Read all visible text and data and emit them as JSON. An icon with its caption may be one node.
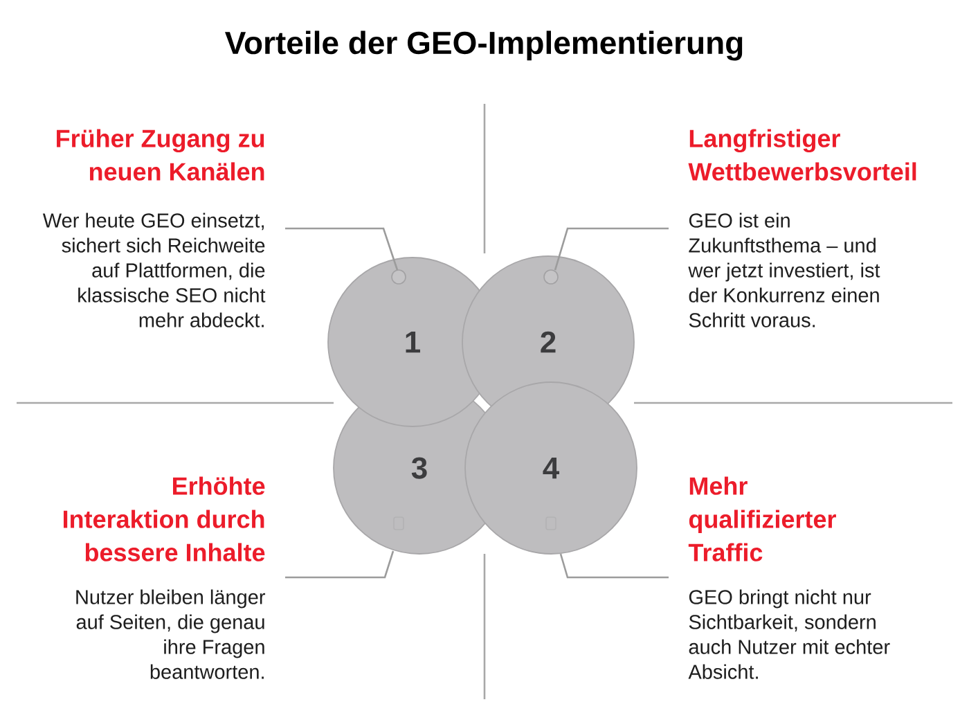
{
  "diagram": {
    "title": "Vorteile der GEO-Implementierung",
    "nodes": [
      {
        "text": [
          "Früher Zugang zu neuen Kanälen",
          "Wer heute GEO einsetzt, sichert sich Reichweite auf Plattformen, die klassische SEO nicht mehr abdeckt."
        ]
      },
      {
        "text": [
          "Langfristiger Wettbewerbsvorteil",
          "GEO ist ein Zukunftsthema – und wer jetzt investiert, ist der Konkurrenz einen Schritt voraus."
        ]
      },
      {
        "text": [
          "1"
        ]
      },
      {
        "text": [
          "2"
        ]
      },
      {
        "text": [
          "3"
        ]
      },
      {
        "text": [
          "4"
        ]
      },
      {
        "text": [
          "Erhöhte Interaktion durch bessere Inhalte",
          "Nutzer bleiben länger auf Seiten, die genau ihre Fragen beantworten."
        ]
      },
      {
        "text": [
          "Mehr qualifizierter Traffic",
          "GEO bringt nicht nur Sichtbarkeit, sondern auch Nutzer mit echter Absicht."
        ]
      }
    ],
    "edges": [
      {
        "from": 0,
        "to": 2,
        "arrow": "none"
      },
      {
        "from": 1,
        "to": 3,
        "arrow": "none"
      },
      {
        "from": 6,
        "to": 4,
        "arrow": "none"
      },
      {
        "from": 7,
        "to": 5,
        "arrow": "none"
      }
    ]
  }
}
